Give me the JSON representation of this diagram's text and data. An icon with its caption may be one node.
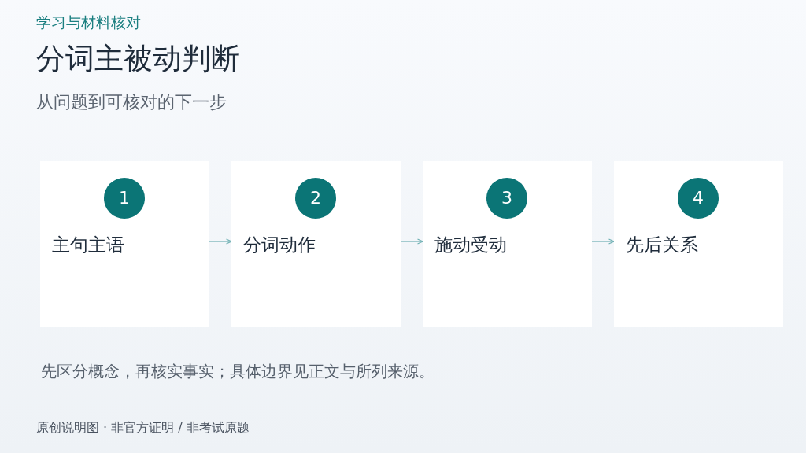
{
  "diagram": {
    "title": "分词主被动判断",
    "nodes": [
      {
        "text": [
          "主句主语"
        ]
      },
      {
        "text": [
          "1"
        ],
        "in": 0
      },
      {
        "text": [
          "分词动作"
        ]
      },
      {
        "text": [
          "2"
        ],
        "in": 2
      },
      {
        "text": [
          "施动受动"
        ]
      },
      {
        "text": [
          "3"
        ],
        "in": 4
      },
      {
        "text": [
          "先后关系"
        ]
      },
      {
        "text": [
          "4"
        ],
        "in": 6
      }
    ],
    "edges": [
      {
        "from": 0,
        "to": 2,
        "arrow": "to"
      },
      {
        "from": 2,
        "to": 4,
        "arrow": "to"
      },
      {
        "from": 4,
        "to": 6,
        "arrow": "to"
      }
    ],
    "labels": [
      "学习与材料核对",
      "从问题到可核对的下一步",
      "先区分概念，再核实事实；具体边界见正文与所列来源。",
      "原创说明图 · 非官方证明 / 非考试原题"
    ]
  }
}
